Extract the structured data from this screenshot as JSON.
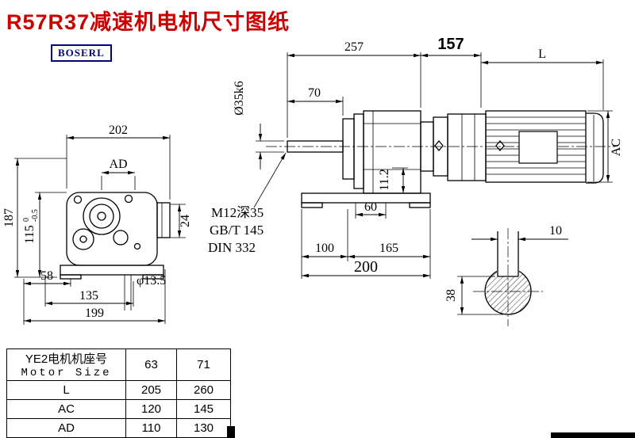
{
  "page": {
    "title": "R57R37减速机电机尺寸图纸",
    "logo": "BOSERL"
  },
  "front_view": {
    "dim_202": "202",
    "dim_ad": "AD",
    "dim_187": "187",
    "dim_115": "115",
    "dim_115_tol_up": "0",
    "dim_115_tol_low": "-0.5",
    "dim_24": "24",
    "dim_58": "58",
    "dim_135": "135",
    "dim_199": "199",
    "dim_hole": "φ13.5"
  },
  "side_view": {
    "dim_257": "257",
    "dim_157": "157",
    "dim_L": "L",
    "dim_70": "70",
    "dim_shaft": "Ø35k6",
    "dim_11_2": "11.2",
    "note1": "M12深35",
    "note2": "GB/T 145",
    "note3": "DIN 332",
    "dim_60": "60",
    "dim_100": "100",
    "dim_165": "165",
    "dim_200": "200",
    "dim_ac": "AC"
  },
  "shaft_section": {
    "dim_10": "10",
    "dim_38": "38"
  },
  "table": {
    "header_cn": "YE2电机机座号",
    "header_en": "Motor Size",
    "columns": [
      "63",
      "71"
    ],
    "rows": [
      {
        "label": "L",
        "values": [
          "205",
          "260"
        ]
      },
      {
        "label": "AC",
        "values": [
          "120",
          "145"
        ]
      },
      {
        "label": "AD",
        "values": [
          "110",
          "130"
        ]
      }
    ]
  },
  "colors": {
    "title": "#cc0000",
    "logo": "#000080",
    "line": "#000000"
  }
}
